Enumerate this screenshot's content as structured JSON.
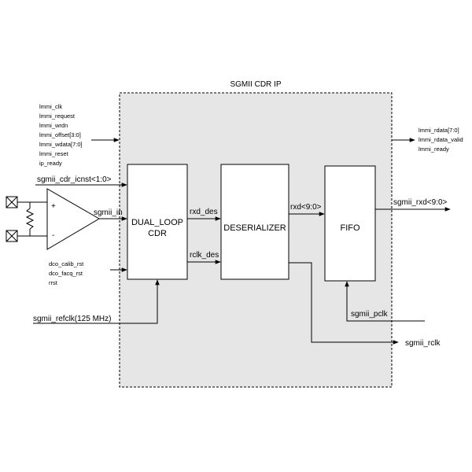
{
  "ip_block": {
    "title": "SGMII CDR IP"
  },
  "blocks": {
    "cdr": {
      "line1": "DUAL_LOOP",
      "line2": "CDR"
    },
    "deserializer": {
      "label": "DESERIALIZER"
    },
    "fifo": {
      "label": "FIFO"
    }
  },
  "amplifier": {
    "plus": "+",
    "minus": "-"
  },
  "lmmi_inputs": [
    "lmmi_clk",
    "lmmi_request",
    "lmmi_wrdn",
    "lmmi_offset[3:0]",
    "lmmi_wdata[7:0]",
    "lmmi_reset",
    "ip_ready"
  ],
  "lmmi_outputs": [
    "lmmi_rdata[7:0]",
    "lmmi_rdata_valid",
    "lmmi_ready"
  ],
  "dco_inputs": [
    "dco_calib_rst",
    "dco_facq_rst",
    "rrst"
  ],
  "signals": {
    "icnst": "sgmii_cdr_icnst<1:0>",
    "sgmii_in": "sgmii_in",
    "rxd_des": "rxd_des",
    "rclk_des": "rclk_des",
    "rxd": "rxd<9:0>",
    "sgmii_rxd": "sgmii_rxd<9:0>",
    "refclk": "sgmii_refclk(125 MHz)",
    "pclk": "sgmii_pclk",
    "rclk": "sgmii_rclk"
  }
}
